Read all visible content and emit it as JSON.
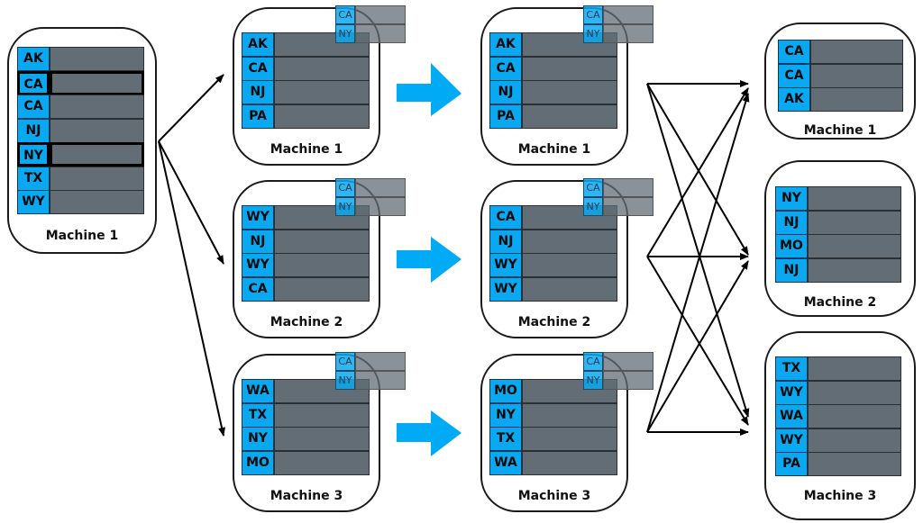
{
  "colors": {
    "key_fill": "#0aa8f0",
    "value_fill": "#626d75",
    "arrow_blue": "#00aaf5",
    "line": "#000000"
  },
  "source": {
    "label": "Machine 1",
    "rows": [
      "AK",
      "CA",
      "CA",
      "NJ",
      "NY",
      "TX",
      "WY"
    ],
    "highlighted": [
      "CA",
      "NY"
    ]
  },
  "broadcast": {
    "keys": [
      "CA",
      "NY"
    ]
  },
  "stage1": [
    {
      "label": "Machine 1",
      "rows": [
        "AK",
        "CA",
        "NJ",
        "PA"
      ]
    },
    {
      "label": "Machine 2",
      "rows": [
        "WY",
        "NJ",
        "WY",
        "CA"
      ]
    },
    {
      "label": "Machine 3",
      "rows": [
        "WA",
        "TX",
        "NY",
        "MO"
      ]
    }
  ],
  "stage2": [
    {
      "label": "Machine 1",
      "rows": [
        "AK",
        "CA",
        "NJ",
        "PA"
      ]
    },
    {
      "label": "Machine 2",
      "rows": [
        "CA",
        "NJ",
        "WY",
        "WY"
      ]
    },
    {
      "label": "Machine 3",
      "rows": [
        "MO",
        "NY",
        "TX",
        "WA"
      ]
    }
  ],
  "stage3": [
    {
      "label": "Machine 1",
      "rows": [
        "CA",
        "CA",
        "AK"
      ]
    },
    {
      "label": "Machine 2",
      "rows": [
        "NY",
        "NJ",
        "MO",
        "NJ"
      ]
    },
    {
      "label": "Machine 3",
      "rows": [
        "TX",
        "WY",
        "WA",
        "WY",
        "PA"
      ]
    }
  ]
}
